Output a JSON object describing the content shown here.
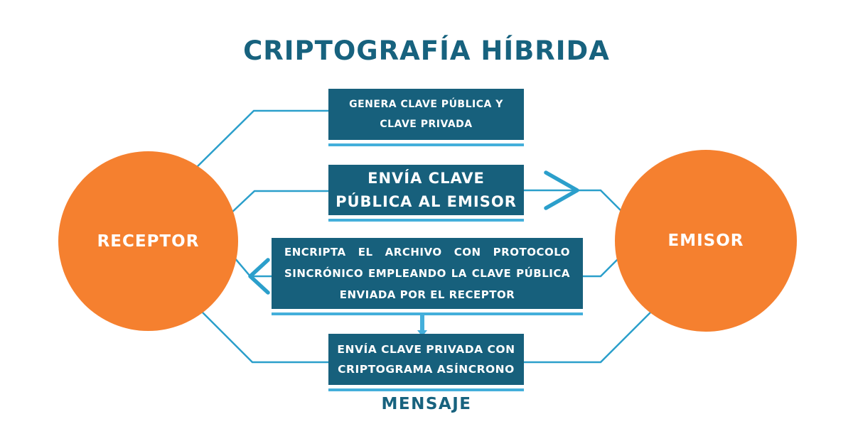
{
  "title": "CRIPTOGRAFÍA HÍBRIDA",
  "nodes": {
    "receptor": "RECEPTOR",
    "emisor": "EMISOR"
  },
  "steps": [
    {
      "lines": [
        "GENERA CLAVE PÚBLICA Y",
        "CLAVE PRIVADA"
      ]
    },
    {
      "lines": [
        "ENVÍA CLAVE",
        "PÚBLICA AL EMISOR"
      ]
    },
    {
      "lines": [
        "ENCRIPTA EL ARCHIVO CON PROTOCOLO",
        "SINCRÓNICO EMPLEANDO LA CLAVE PÚBLICA",
        "ENVIADA POR EL RECEPTOR"
      ]
    },
    {
      "lines": [
        "ENVÍA CLAVE PRIVADA CON",
        "CRIPTOGRAMA ASÍNCRONO"
      ]
    }
  ],
  "footer": "MENSAJE",
  "icons": [
    "arrow-right-icon",
    "arrow-left-icon"
  ],
  "colors": {
    "box_teal": "#17607C",
    "title_teal": "#17627E",
    "node_orange": "#F5802F",
    "connector_blue": "#2B9FCB",
    "underline_blue": "#44AFDB",
    "text_white": "#FFFFFF",
    "background": "#FFFFFF"
  }
}
